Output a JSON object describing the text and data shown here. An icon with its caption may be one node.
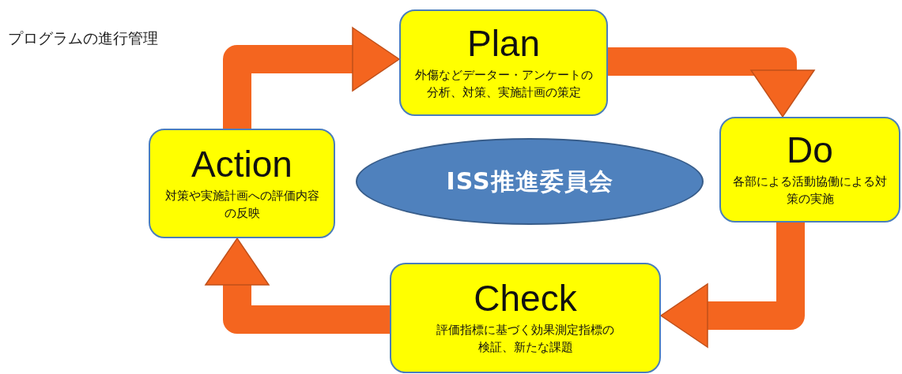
{
  "diagram": {
    "title": "プログラムの進行管理",
    "nodes": [
      {
        "text": [
          "Plan",
          "外傷などデーター・アンケートの分析、対策、実施計画の策定"
        ]
      },
      {
        "text": [
          "Do",
          "各部による活動協働による対策の実施"
        ]
      },
      {
        "text": [
          "Check",
          "評価指標に基づく効果測定指標の検証、新たな課題"
        ]
      },
      {
        "text": [
          "Action",
          "対策や実施計画への評価内容の反映"
        ]
      },
      {
        "text": [
          "ISS推進委員会"
        ]
      }
    ],
    "edges": [
      {
        "from": 0,
        "to": 1,
        "arrow": "to"
      },
      {
        "from": 1,
        "to": 2,
        "arrow": "to"
      },
      {
        "from": 2,
        "to": 3,
        "arrow": "to"
      },
      {
        "from": 3,
        "to": 0,
        "arrow": "to"
      }
    ]
  }
}
